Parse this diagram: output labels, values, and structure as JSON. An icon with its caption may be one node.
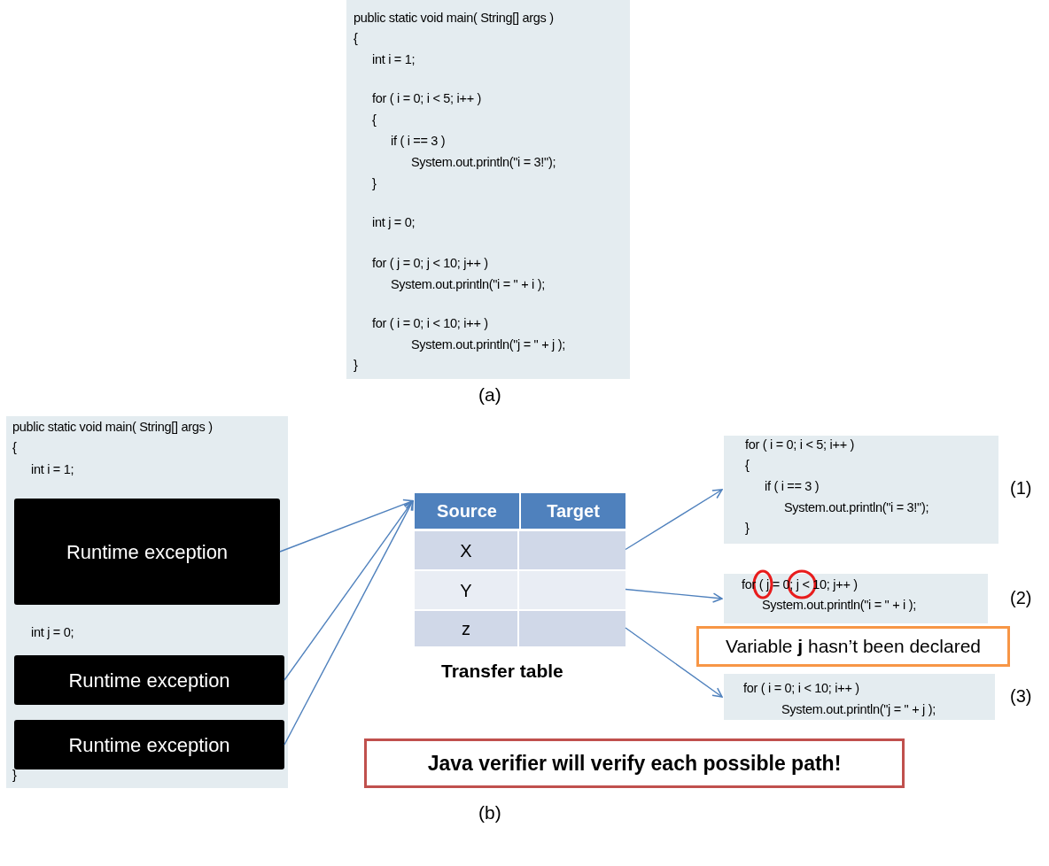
{
  "diagram": {
    "nodes": [
      {
        "text": [
          "public static void main( String[] args )",
          "{",
          "int i = 1;",
          "for ( i = 0; i < 5; i++ )",
          "{",
          "if ( i == 3 )",
          "System.out.println(\"i = 3!\");",
          "}",
          "int j = 0;",
          "for ( j = 0; j < 10; j++ )",
          "System.out.println(\"i = \" + i );",
          "for ( i = 0; i < 10; i++ )",
          "System.out.println(\"j = \" + j );",
          "}"
        ]
      },
      {
        "text": [
          "public static void main( String[] args )",
          "{",
          "int i = 1;",
          "int j = 0;",
          "}"
        ]
      },
      {
        "text": [
          "Runtime exception"
        ],
        "in": 1
      },
      {
        "text": [
          "Runtime exception"
        ],
        "in": 1
      },
      {
        "text": [
          "Runtime exception"
        ],
        "in": 1
      },
      {
        "text": [
          "Source",
          "Target"
        ],
        "beside": [
          "Transfer table"
        ]
      },
      {
        "text": [
          "X"
        ],
        "in": 5
      },
      {
        "text": [
          "Y"
        ],
        "in": 5
      },
      {
        "text": [
          "z"
        ],
        "in": 5
      },
      {
        "text": [
          "for ( i = 0; i < 5; i++ )",
          "{",
          "if ( i == 3 )",
          "System.out.println(\"i = 3!\");",
          "}"
        ],
        "beside": [
          "(1)"
        ]
      },
      {
        "text": [
          "for ( j = 0; j < 10; j++ )",
          "System.out.println(\"i = \" + i );"
        ],
        "beside": [
          "(2)"
        ]
      },
      {
        "text": [
          "Variable **j** hasn’t been declared"
        ]
      },
      {
        "text": [
          "for ( i = 0; i < 10; i++ )",
          "System.out.println(\"j = \" + j );"
        ],
        "beside": [
          "(3)"
        ]
      },
      {
        "text": [
          "Java verifier will verify each possible path!"
        ]
      }
    ],
    "edges": [
      {
        "from": 2,
        "to": 5,
        "arrow": "to"
      },
      {
        "from": 3,
        "to": 5,
        "arrow": "to"
      },
      {
        "from": 4,
        "to": 5,
        "arrow": "to"
      },
      {
        "from": 6,
        "to": 9,
        "arrow": "to"
      },
      {
        "from": 7,
        "to": 10,
        "arrow": "to"
      },
      {
        "from": 8,
        "to": 12,
        "arrow": "to"
      }
    ],
    "labels": [
      "(a)",
      "(b)"
    ]
  }
}
